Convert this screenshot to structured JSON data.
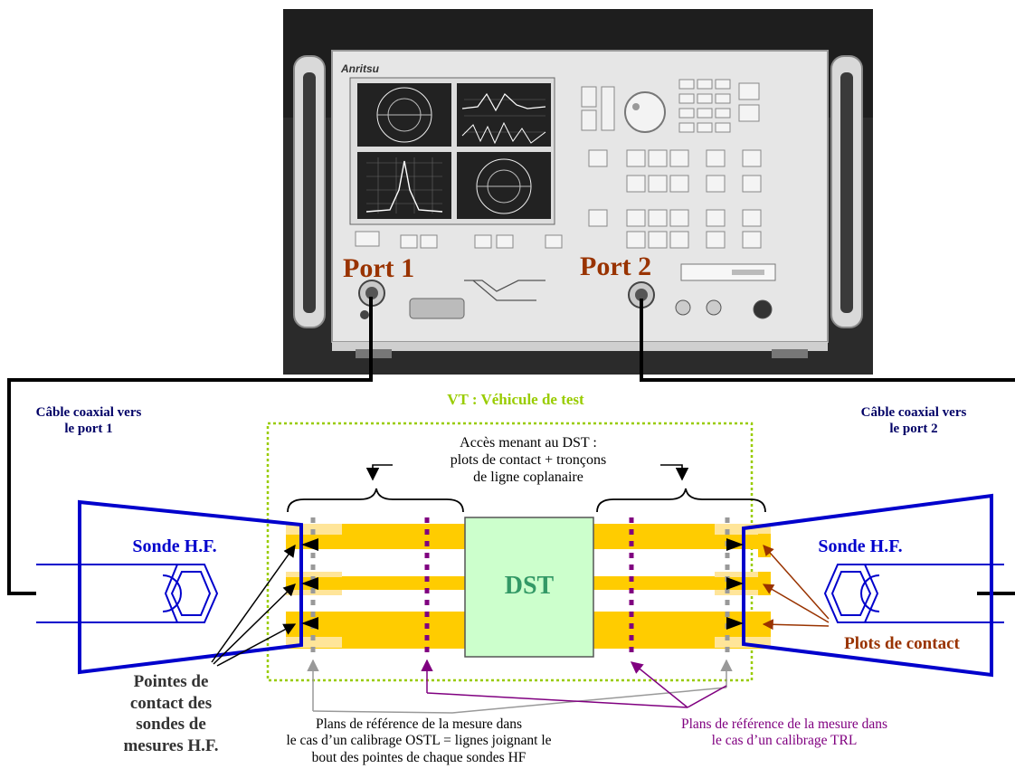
{
  "photo": {
    "brand": "Anritsu",
    "port1_label": "Port 1",
    "port2_label": "Port 2"
  },
  "vt_title": "VT : Véhicule de test",
  "cable_left": [
    "Câble coaxial vers",
    "le port 1"
  ],
  "cable_right": [
    "Câble coaxial vers",
    "le port 2"
  ],
  "access_label": [
    "Accès menant au DST :",
    "plots de contact + tronçons",
    "de ligne coplanaire"
  ],
  "dst_label": "DST",
  "probe_left": "Sonde H.F.",
  "probe_right": "Sonde H.F.",
  "pads_label": "Plots de contact",
  "tips_label": [
    "Pointes de",
    "contact des",
    "sondes de",
    "mesures H.F."
  ],
  "ostl_label": [
    "Plans de référence de la mesure dans",
    "le cas d’un calibrage OSTL = lignes joignant le",
    "bout des pointes de chaque sondes HF"
  ],
  "trl_label": [
    "Plans de référence de la mesure dans",
    "le cas d’un calibrage TRL"
  ],
  "colors": {
    "vt": "#99cc00",
    "probe": "#0000cc",
    "line_gold": "#ffcc00",
    "pad_light": "#ffe599",
    "dst_fill": "#ccffcc",
    "dst_text": "#339966",
    "trl": "#800080",
    "ostl": "#999999",
    "port_label": "#993300",
    "pads_text": "#993300"
  }
}
